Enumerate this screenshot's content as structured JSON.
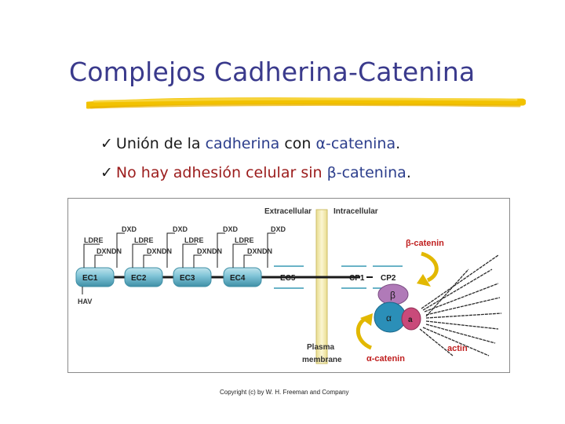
{
  "slide": {
    "title": "Complejos Cadherina-Catenina",
    "bullets": [
      {
        "check": "✓",
        "parts": [
          "Unión de la ",
          "cadherina",
          " con ",
          "α-catenina",
          "."
        ]
      },
      {
        "check": "✓",
        "parts": [
          "No hay adhesión celular sin ",
          "β",
          "-catenina",
          "."
        ]
      }
    ],
    "copyright": "Copyright (c) by W. H. Freeman and Company"
  },
  "diagram": {
    "region_labels": {
      "extracellular": "Extracellular",
      "intracellular": "Intracellular"
    },
    "membrane_label": [
      "Plasma",
      "membrane"
    ],
    "domains": [
      "EC1",
      "EC2",
      "EC3",
      "EC4",
      "EC5",
      "CP1",
      "CP2"
    ],
    "motifs": {
      "dxd": "DXD",
      "ldre": "LDRE",
      "dxndn": "DXNDN",
      "hav": "HAV"
    },
    "proteins": {
      "beta": "β",
      "alpha": "α",
      "a": "a"
    },
    "beta_catenin_label": "β-catenin",
    "alpha_catenin_label": "α-catenin",
    "actin_label": "actin",
    "colors": {
      "title": "#3a3a8c",
      "underline": "#f2c200",
      "domain_fill": "#7ec3d6",
      "membrane": "#f5edb0",
      "beta_protein": "#b07ab8",
      "alpha_protein": "#2b8fb8",
      "a_protein": "#c94a7a",
      "arrow": "#e2b800",
      "catenin_label": "#c02020"
    }
  }
}
